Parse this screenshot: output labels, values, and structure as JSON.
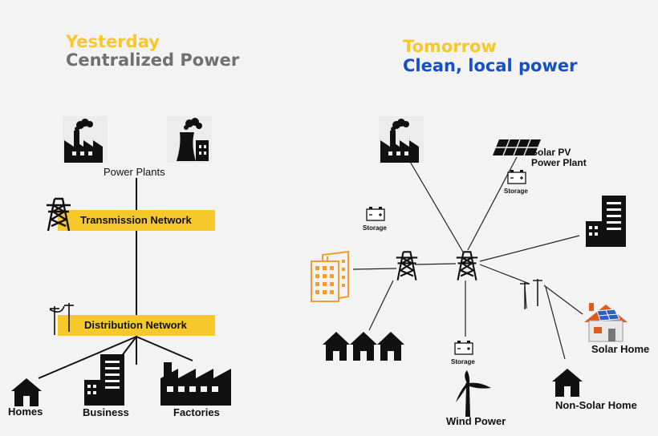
{
  "left": {
    "era": "Yesterday",
    "title": "Centralized Power",
    "power_plants": "Power Plants",
    "transmission": "Transmission Network",
    "distribution": "Distribution Network",
    "homes": "Homes",
    "business": "Business",
    "factories": "Factories"
  },
  "right": {
    "era": "Tomorrow",
    "title": "Clean, local power",
    "solar_pv": "Solar PV\nPower Plant",
    "storage": "Storage",
    "solar_home": "Solar Home",
    "non_solar_home": "Non-Solar Home",
    "wind_power": "Wind Power"
  },
  "colors": {
    "yesterday": "#f7c82a",
    "centralized": "#707070",
    "tomorrow": "#f7c82a",
    "clean": "#1450c8",
    "bar": "#f7c82a",
    "orange": "#f39c32",
    "solar_blue": "#2860c8",
    "roof": "#e35a1e"
  }
}
